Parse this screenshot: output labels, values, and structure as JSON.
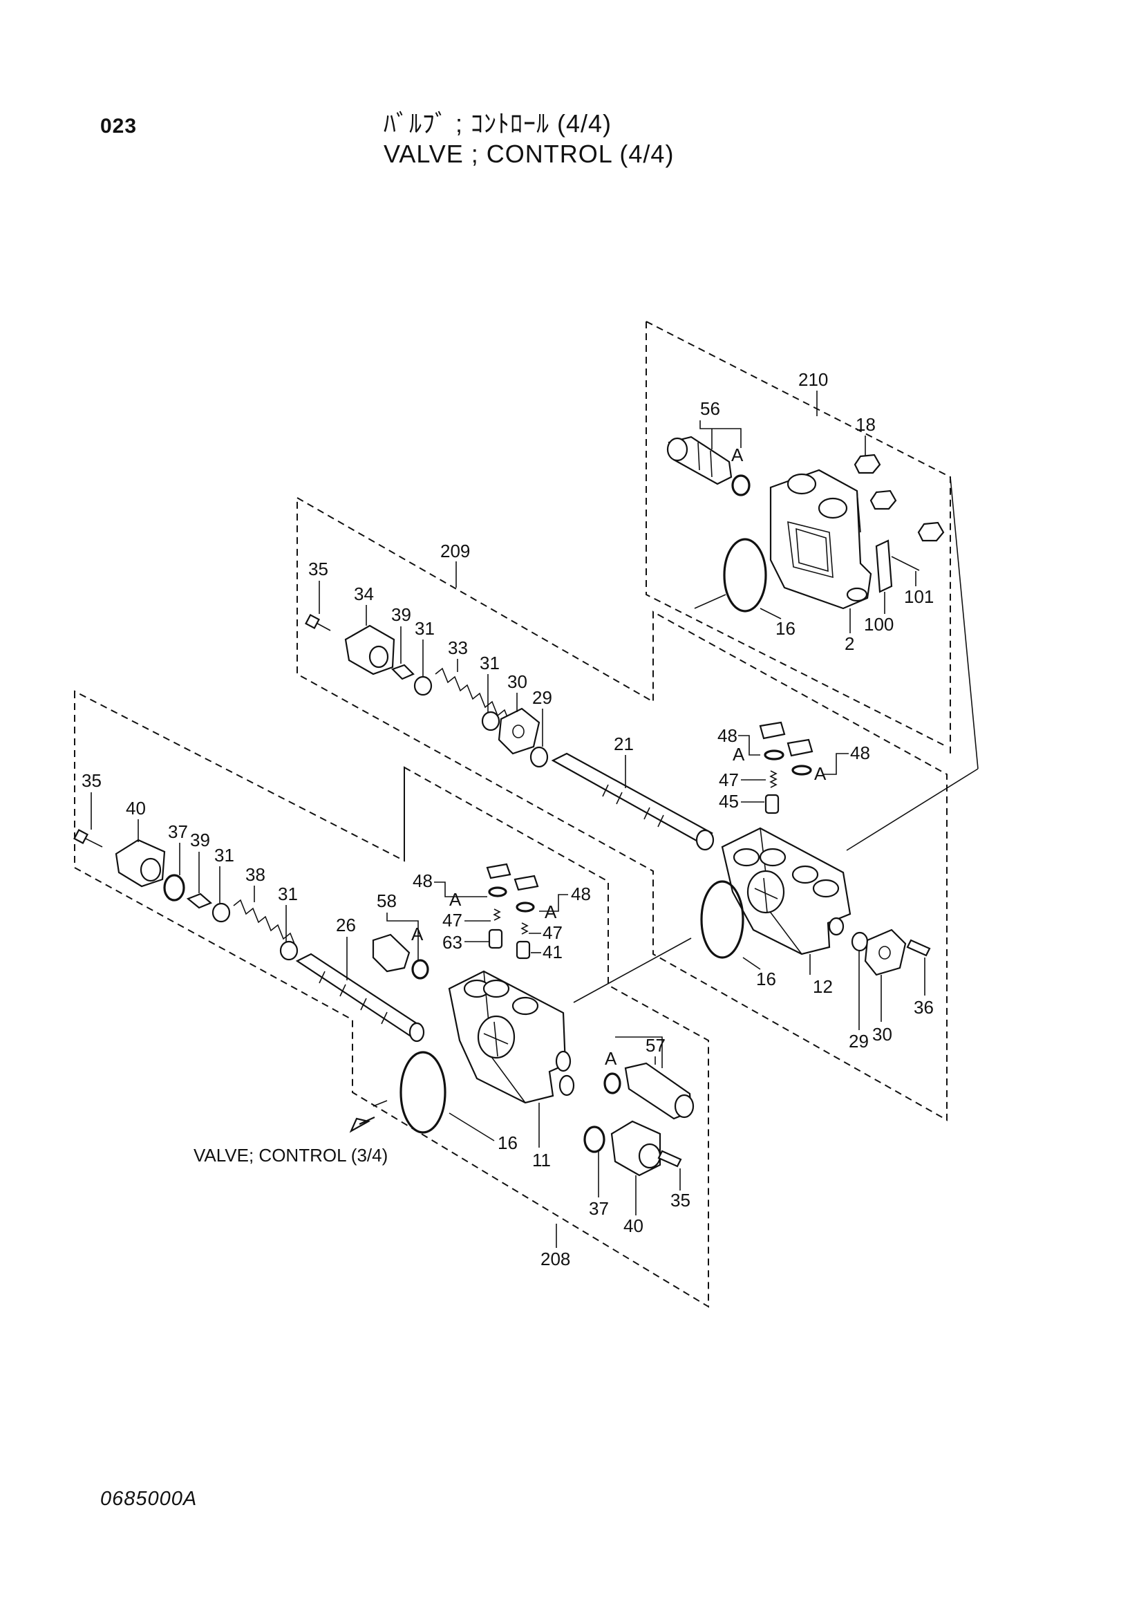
{
  "header": {
    "page_code": "023",
    "title_jp": "ﾊﾞﾙﾌﾞ ; ｺﾝﾄﾛｰﾙ (4/4)",
    "title_en": "VALVE ; CONTROL (4/4)"
  },
  "footer": {
    "drawing_number": "0685000A"
  },
  "reference": {
    "continuation_label": "VALVE; CONTROL (3/4)",
    "arrow_icon": "hollow-arrow-left-down-icon"
  },
  "callouts": {
    "s210": "210",
    "s210_56": "56",
    "s210_a": "A",
    "s210_18": "18",
    "s210_101": "101",
    "s210_100": "100",
    "s210_2": "2",
    "s210_16": "16",
    "s209": "209",
    "s209_35": "35",
    "s209_34": "34",
    "s209_39": "39",
    "s209_31a": "31",
    "s209_33": "33",
    "s209_31b": "31",
    "s209_30": "30",
    "s209_29": "29",
    "s209_21": "21",
    "s209_48a": "48",
    "s209_aa": "A",
    "s209_48b": "48",
    "s209_ab": "A",
    "s209_47": "47",
    "s209_45": "45",
    "s209_16": "16",
    "s209_12": "12",
    "s209_29b": "29",
    "s209_30b": "30",
    "s209_36": "36",
    "s208": "208",
    "s208_35a": "35",
    "s208_40a": "40",
    "s208_37a": "37",
    "s208_39": "39",
    "s208_31a": "31",
    "s208_38": "38",
    "s208_31b": "31",
    "s208_26": "26",
    "s208_58": "58",
    "s208_a58": "A",
    "s208_48a": "48",
    "s208_aa": "A",
    "s208_47a": "47",
    "s208_63": "63",
    "s208_48b": "48",
    "s208_ab": "A",
    "s208_47b": "47",
    "s208_41": "41",
    "s208_57": "57",
    "s208_a57": "A",
    "s208_16": "16",
    "s208_11": "11",
    "s208_37b": "37",
    "s208_40b": "40",
    "s208_35b": "35"
  }
}
